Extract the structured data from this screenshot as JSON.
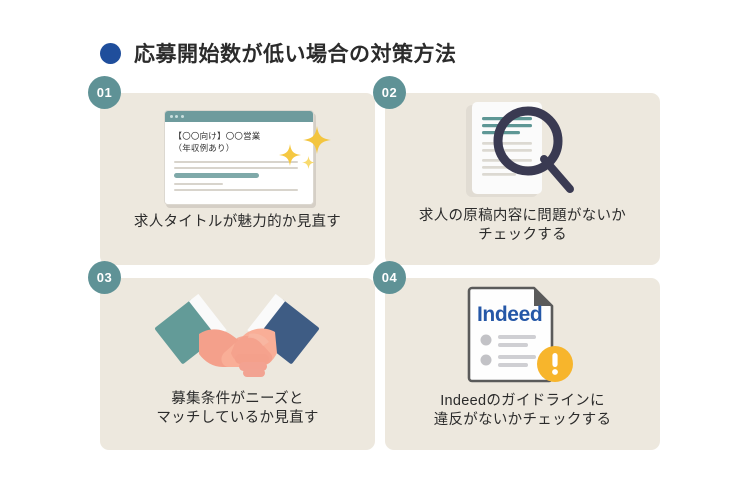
{
  "header": {
    "title": "応募開始数が低い場合の対策方法",
    "bullet_color": "#1F4E9C"
  },
  "theme": {
    "page_background": "#FFFFFF",
    "card_background": "#EDE8DE",
    "badge_background": "#5F9296",
    "badge_text_color": "#FFFFFF",
    "caption_color": "#2B2B2B",
    "teal": "#6E9B9D",
    "navy": "#3A3A52",
    "indeed_blue": "#2557A7",
    "warning_orange": "#F7B52C",
    "sparkle_gold": "#F5C842",
    "hand_peach": "#F4A08B",
    "sleeve_teal": "#639B98",
    "sleeve_navy": "#3E5C84"
  },
  "cards": [
    {
      "number": "01",
      "caption": "求人タイトルが魅力的か見直す",
      "illustration": "browser-window-job-title",
      "mock": {
        "title": "【〇〇向け】〇〇営業\n（年収例あり）"
      }
    },
    {
      "number": "02",
      "caption": "求人の原稿内容に問題がないか\nチェックする",
      "illustration": "document-with-magnifier"
    },
    {
      "number": "03",
      "caption": "募集条件がニーズと\nマッチしているか見直す",
      "illustration": "handshake"
    },
    {
      "number": "04",
      "caption": "Indeedのガイドラインに\n違反がないかチェックする",
      "illustration": "indeed-document-warning",
      "mock": {
        "logo": "Indeed"
      }
    }
  ]
}
